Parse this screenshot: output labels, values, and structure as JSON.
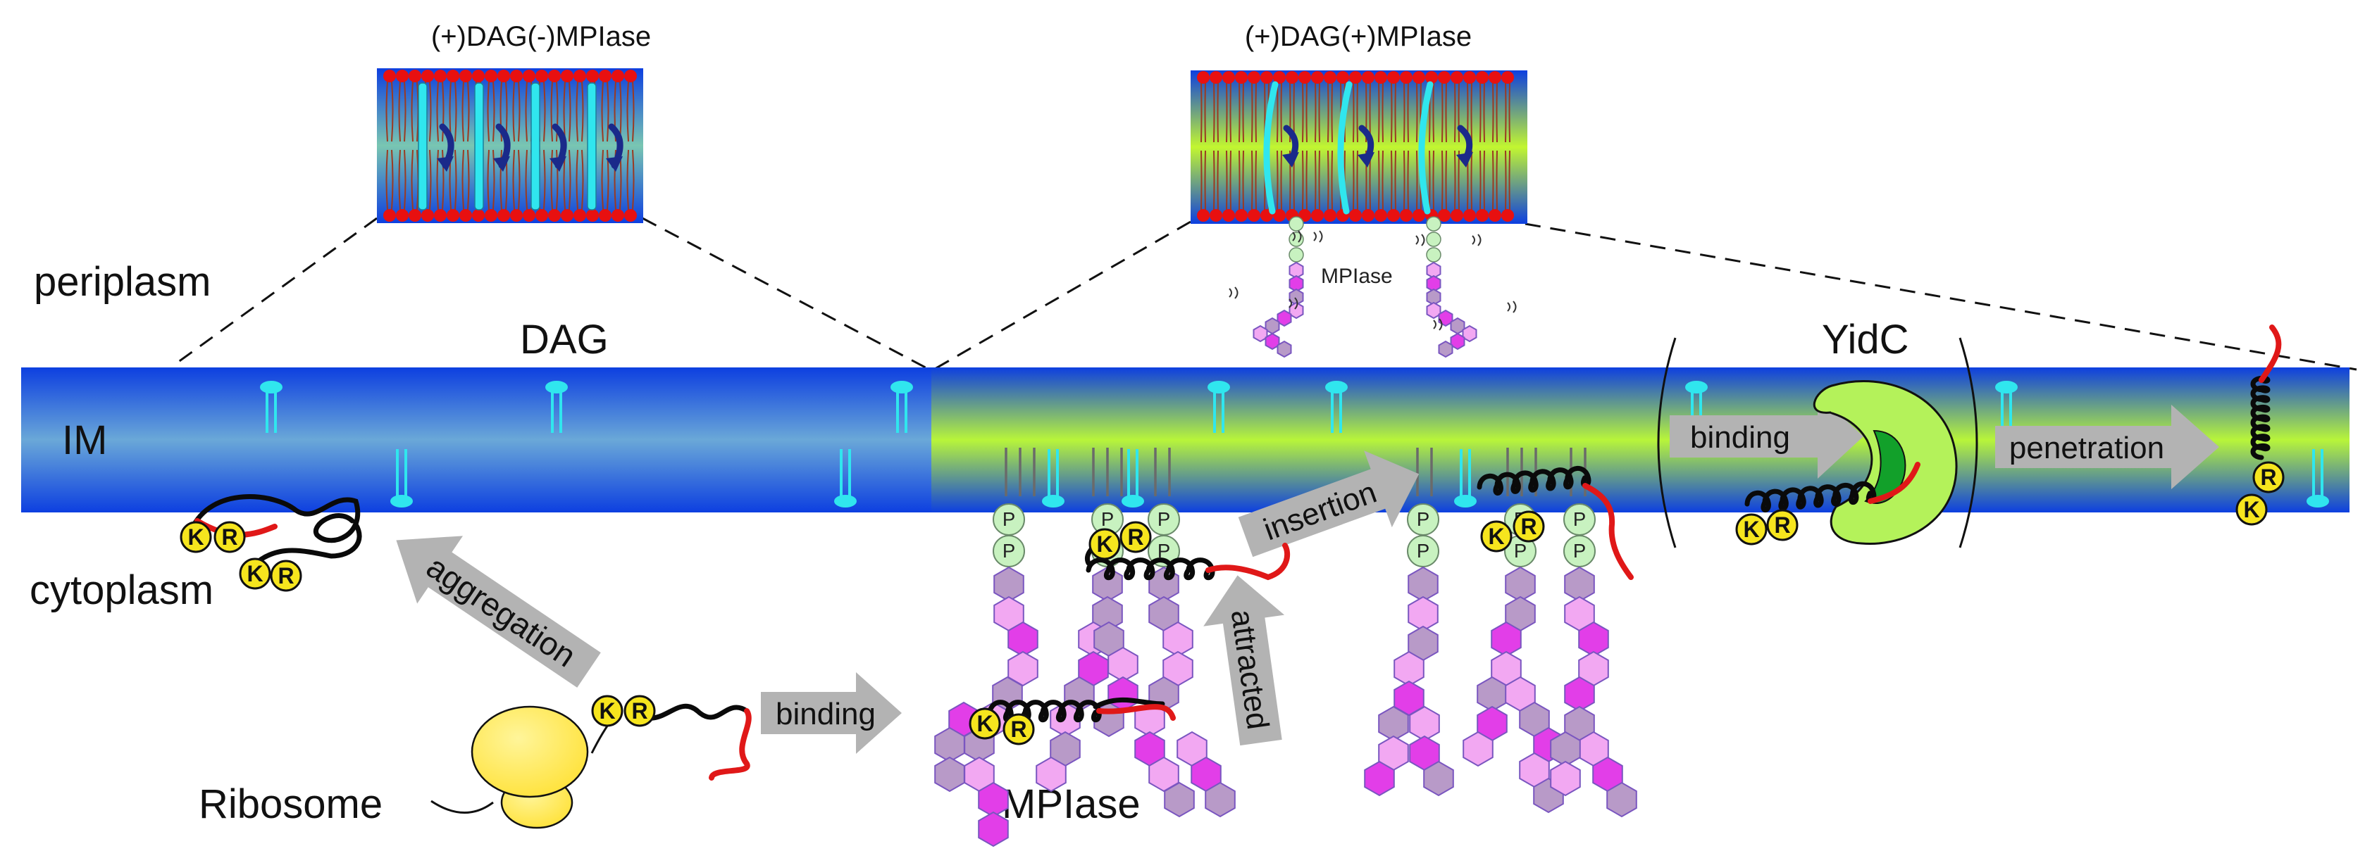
{
  "insets": {
    "left_title": "(+)DAG(-)MPIase",
    "right_title": "(+)DAG(+)MPIase",
    "right_label": "MPIase"
  },
  "regions": {
    "periplasm": "periplasm",
    "membrane": "IM",
    "cytoplasm": "cytoplasm",
    "dag": "DAG",
    "yidc": "YidC"
  },
  "molecules": {
    "ribosome": "Ribosome",
    "mpiase": "MPIase",
    "lysine": "K",
    "arginine": "R",
    "phosphate": "P"
  },
  "steps": {
    "aggregation": "aggregation",
    "binding_mpiase": "binding",
    "attracted": "attracted",
    "insertion": "insertion",
    "binding_yidc": "binding",
    "penetration": "penetration"
  },
  "colors": {
    "membrane_blue": "#1450e0",
    "membrane_green": "#b4f23c",
    "lipid_head": "#e81010",
    "lipid_tail": "#9a3a22",
    "dag": "#30e6ee",
    "peptide": "#0a0a0a",
    "signal": "#e01818",
    "residue": "#f6e51e",
    "arrow": "#b3b3b3",
    "phosphate": "#c8f2c0",
    "sugar_dark": "#e23ee8",
    "sugar_mid": "#f2a8f2",
    "sugar_light": "#b89ac8",
    "yidc": "#b4f25a",
    "yidc_core": "#12a02a",
    "ribosome": "#ffea4a"
  }
}
